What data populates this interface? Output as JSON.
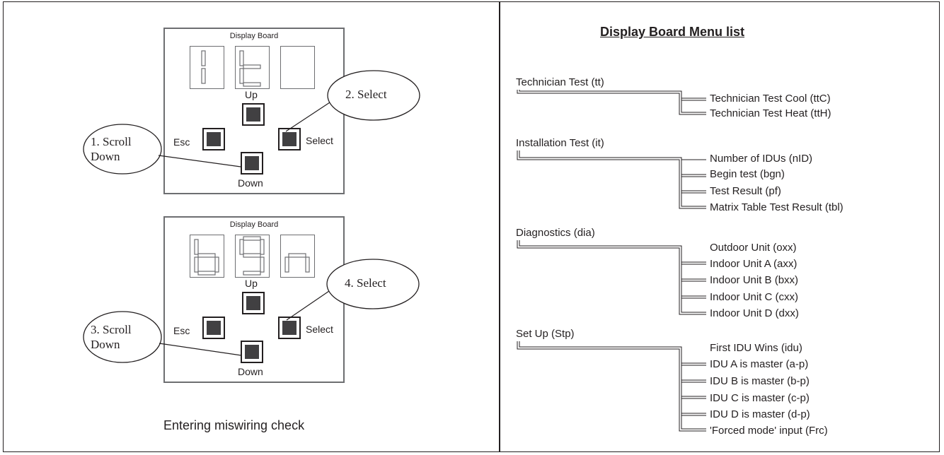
{
  "left_panel": {
    "boards": [
      {
        "title": "Display Board",
        "digits": [
          "1",
          "t",
          ""
        ],
        "buttons": {
          "up": "Up",
          "esc": "Esc",
          "select": "Select",
          "down": "Down"
        },
        "callouts": {
          "scroll": "1. Scroll\nDown",
          "select": "2. Select"
        }
      },
      {
        "title": "Display Board",
        "digits": [
          "b",
          "g",
          "n"
        ],
        "buttons": {
          "up": "Up",
          "esc": "Esc",
          "select": "Select",
          "down": "Down"
        },
        "callouts": {
          "scroll": "3. Scroll\nDown",
          "select": "4. Select"
        }
      }
    ],
    "caption": "Entering miswiring check"
  },
  "menu": {
    "title": "Display Board Menu list",
    "categories": [
      {
        "label": "Technician Test (tt)",
        "items": [
          "Technician Test Cool (ttC)",
          "Technician Test Heat (ttH)"
        ]
      },
      {
        "label": "Installation Test (it)",
        "items": [
          "Number of IDUs (nID)",
          "Begin test (bgn)",
          "Test Result (pf)",
          "Matrix Table Test Result (tbl)"
        ]
      },
      {
        "label": "Diagnostics (dia)",
        "items": [
          "Outdoor Unit (oxx)",
          "Indoor Unit A (axx)",
          "Indoor Unit B (bxx)",
          "Indoor Unit C (cxx)",
          "Indoor Unit D (dxx)"
        ]
      },
      {
        "label": "Set Up (Stp)",
        "items": [
          "First IDU Wins (idu)",
          "IDU A is master (a-p)",
          "IDU B is master (b-p)",
          "IDU C is master (c-p)",
          "IDU D is master (d-p)",
          "'Forced mode' input (Frc)"
        ]
      }
    ]
  },
  "colors": {
    "ink": "#231f20",
    "board_border": "#6d6e71",
    "button_fill": "#414042",
    "segment_fill": "#ffffff"
  }
}
